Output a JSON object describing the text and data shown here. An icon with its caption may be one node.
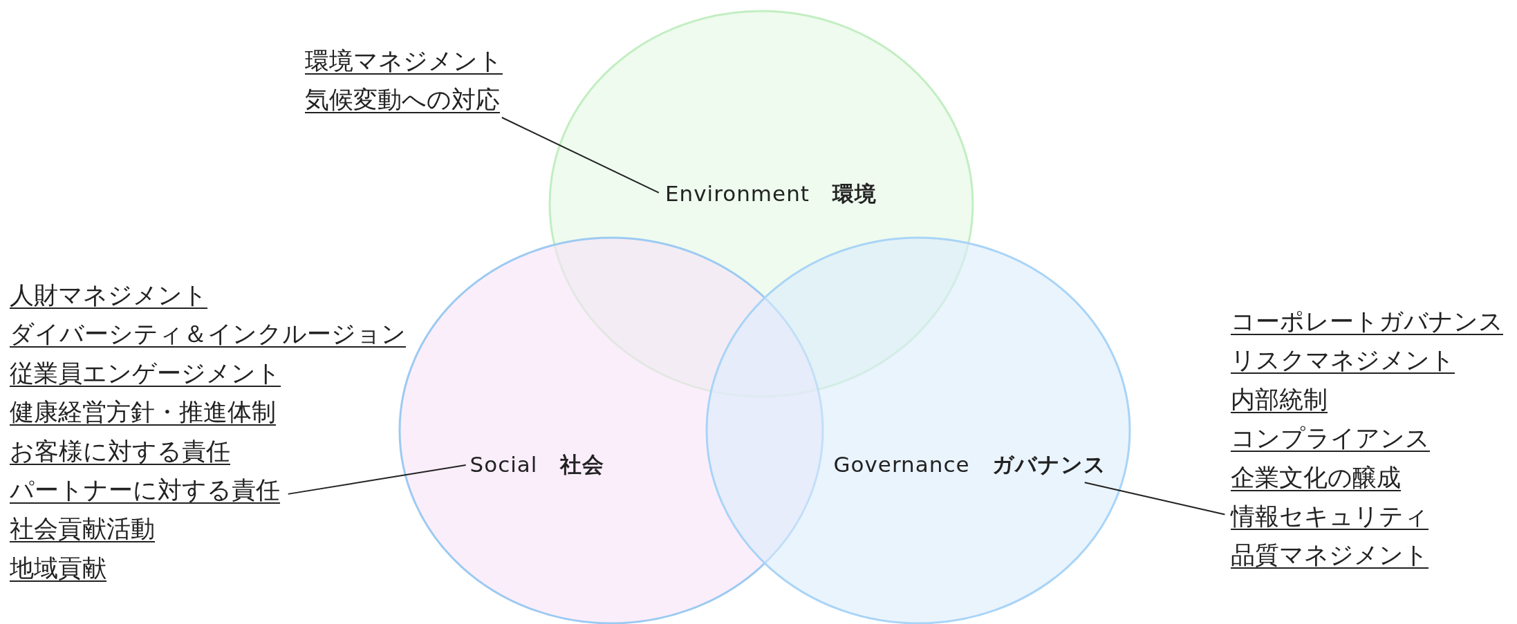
{
  "diagram": {
    "nodes": [
      {
        "text": [],
        "shape": "circle"
      },
      {
        "text": [
          "Environment **環境**"
        ],
        "in": 0
      },
      {
        "text": [],
        "shape": "circle"
      },
      {
        "text": [
          "Social **社会**"
        ],
        "in": 2
      },
      {
        "text": [],
        "shape": "circle"
      },
      {
        "text": [
          "Governance **ガバナンス**"
        ],
        "in": 4
      },
      {
        "text": [
          "環境マネジメント",
          "気候変動への対応"
        ]
      },
      {
        "text": [
          "人財マネジメント",
          "ダイバーシティ＆インクルージョン",
          "従業員エンゲージメント",
          "健康経営方針・推進体制",
          "お客様に対する責任",
          "パートナーに対する責任",
          "社会貢献活動",
          "地域貢献"
        ]
      },
      {
        "text": [
          "コーポレートガバナンス",
          "リスクマネジメント",
          "内部統制",
          "コンプライアンス",
          "企業文化の醸成",
          "情報セキュリティ",
          "品質マネジメント"
        ]
      }
    ],
    "edges": [
      {
        "from": 6,
        "to": 1,
        "arrow": "none"
      },
      {
        "from": 7,
        "to": 3,
        "arrow": "none"
      },
      {
        "from": 8,
        "to": 5,
        "arrow": "none"
      }
    ]
  }
}
